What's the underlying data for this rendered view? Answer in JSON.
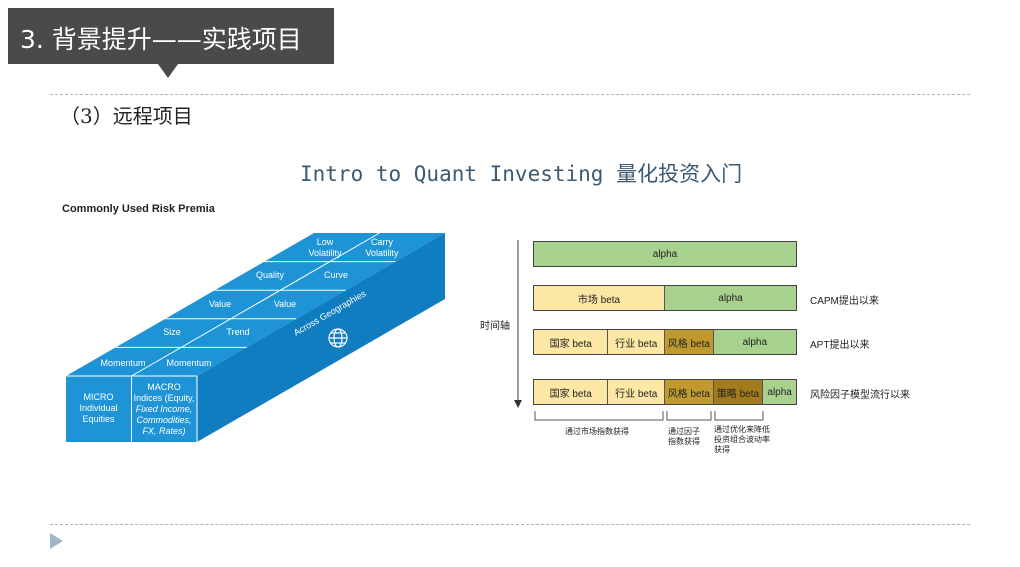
{
  "header": {
    "title": "3. 背景提升——实践项目"
  },
  "section": {
    "subtitle": "（3）远程项目"
  },
  "slide": {
    "chart_title": "Intro to Quant Investing 量化投资入门"
  },
  "risk_premia": {
    "title": "Commonly Used Risk Premia",
    "top_grid": [
      [
        "Low\nVolatility",
        "Carry\nVolatility"
      ],
      [
        "Quality",
        "Curve"
      ],
      [
        "Value",
        "Value"
      ],
      [
        "Size",
        "Trend"
      ],
      [
        "Momentum",
        "Momentum"
      ]
    ],
    "front_left": "MICRO\nIndividual\nEquities",
    "front_right_head": "MACRO\nIndices (Equity,",
    "front_right_italic": "Fixed Income,\nCommodities,\nFX, Rates)",
    "side_label": "Across Geographies",
    "globe_icon": "globe-icon",
    "color": "#1e94d6"
  },
  "timeline": {
    "axis_label": "时间轴",
    "rows": [
      {
        "segments": [
          {
            "label": "alpha",
            "color": "#a9d18e"
          }
        ],
        "caption": ""
      },
      {
        "segments": [
          {
            "label": "市场 beta",
            "color": "#fce7a5"
          },
          {
            "label": "alpha",
            "color": "#a9d18e"
          }
        ],
        "caption": "CAPM提出以来"
      },
      {
        "segments": [
          {
            "label": "国家 beta",
            "color": "#fce7a5"
          },
          {
            "label": "行业 beta",
            "color": "#fce7a5"
          },
          {
            "label": "风格 beta",
            "color": "#c09a2e"
          },
          {
            "label": "alpha",
            "color": "#a9d18e"
          }
        ],
        "caption": "APT提出以来"
      },
      {
        "segments": [
          {
            "label": "国家 beta",
            "color": "#fce7a5"
          },
          {
            "label": "行业 beta",
            "color": "#fce7a5"
          },
          {
            "label": "风格 beta",
            "color": "#c09a2e"
          },
          {
            "label": "策略 beta",
            "color": "#a27c1c"
          },
          {
            "label": "alpha",
            "color": "#a9d18e"
          }
        ],
        "caption": "风险因子模型流行以来"
      }
    ],
    "notes": [
      "通过市场指数获得",
      "通过因子\n指数获得",
      "通过优化来降低\n投资组合波动率\n获得"
    ]
  }
}
